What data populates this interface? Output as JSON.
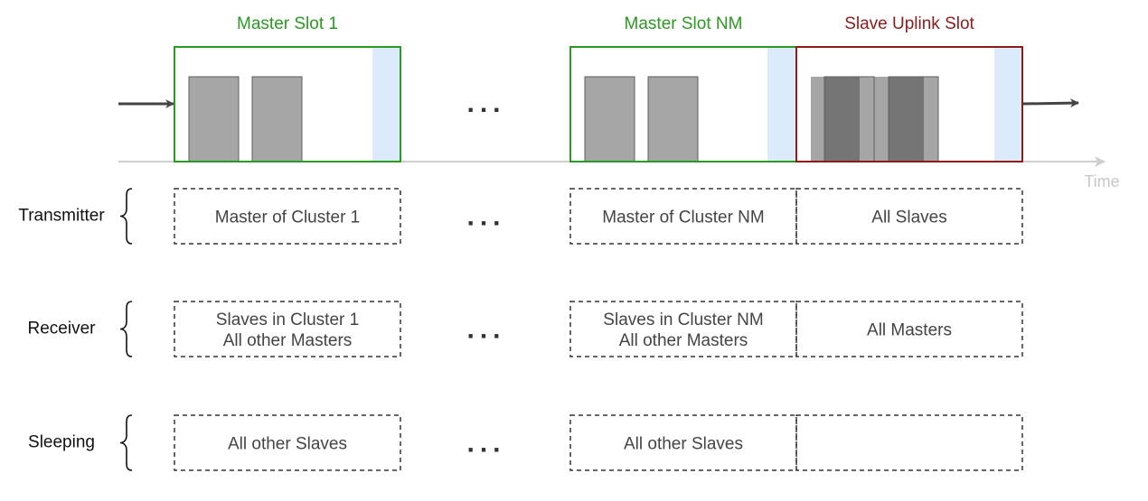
{
  "colors": {
    "master_green": "#2b9a22",
    "slave_red": "#8e1b1b",
    "packet_gray": "#a6a6a6",
    "packet_dark": "#757575",
    "packet_border": "#5f5f5f",
    "guard_blue": "#dcebfb",
    "axis": "#cfcfcf",
    "arrow": "#444444",
    "text": "#333333",
    "dashed": "#333333"
  },
  "slots": {
    "master_first": {
      "title": "Master Slot 1"
    },
    "master_last": {
      "title": "Master Slot NM"
    },
    "slave_uplink": {
      "title": "Slave Uplink Slot"
    }
  },
  "ellipsis": "...",
  "axis": {
    "time_label": "Time"
  },
  "roles": [
    {
      "name": "Transmitter",
      "first": [
        "Master of Cluster 1"
      ],
      "last": [
        "Master of Cluster NM"
      ],
      "uplink": [
        "All Slaves"
      ]
    },
    {
      "name": "Receiver",
      "first": [
        "Slaves in Cluster 1",
        "All other Masters"
      ],
      "last": [
        "Slaves in Cluster NM",
        "All other Masters"
      ],
      "uplink": [
        "All Masters"
      ]
    },
    {
      "name": "Sleeping",
      "first": [
        "All other Slaves"
      ],
      "last": [
        "All other Slaves"
      ],
      "uplink": []
    }
  ]
}
